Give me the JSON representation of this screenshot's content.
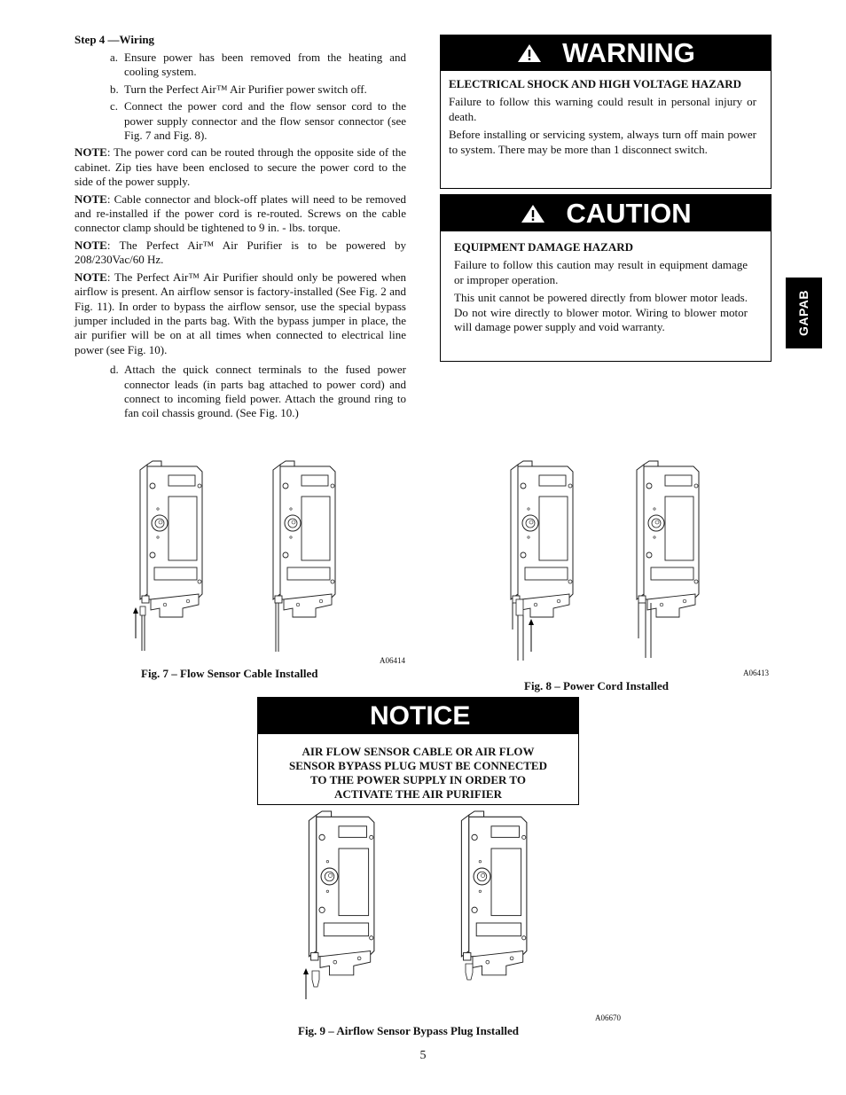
{
  "page": {
    "number": "5",
    "side_tab": "GAPAB"
  },
  "step": {
    "title": "Step 4 —Wiring",
    "items": [
      {
        "marker": "a.",
        "text": "Ensure power has been removed from the heating and cooling system."
      },
      {
        "marker": "b.",
        "text": "Turn the Perfect Air™  Air Purifier power switch off."
      },
      {
        "marker": "c.",
        "text": "Connect the power cord and the flow sensor cord to the power supply connector and the flow sensor connector (see Fig. 7 and Fig. 8)."
      }
    ],
    "notes": [
      {
        "label": "NOTE",
        "text": ":  The power cord can be routed through the opposite side of the cabinet. Zip ties have been enclosed to secure the power cord to the side of the power supply."
      },
      {
        "label": "NOTE",
        "text": ":  Cable connector and block-off plates will need to be removed and re-installed if the power cord is  re-routed.  Screws on the cable connector clamp should be tightened to 9 in. - lbs. torque."
      },
      {
        "label": "NOTE",
        "text": ":   The Perfect Air™  Air Purifier is to be powered by 208/230Vac/60 Hz."
      },
      {
        "label": "NOTE",
        "text": ":  The Perfect Air™  Air Purifier should only be powered when airflow is present.  An airflow sensor is factory-installed (See Fig. 2 and Fig. 11).  In order to bypass the airflow sensor, use the special bypass jumper included in the parts bag.  With the bypass jumper in place, the air purifier will be on at all times when connected  to electrical line power (see Fig. 10)."
      }
    ],
    "item_d": {
      "marker": "d.",
      "text": "Attach the quick connect terminals to the fused power connector leads (in parts bag attached to power cord) and connect to incoming field power.  Attach the ground ring to fan coil chassis ground.  (See Fig. 10.)"
    }
  },
  "warning": {
    "icon": "warning-triangle-icon",
    "title": "WARNING",
    "hazard": "ELECTRICAL SHOCK AND HIGH VOLTAGE HAZARD",
    "paragraphs": [
      "Failure to follow this warning could result in personal injury or death.",
      "Before installing or servicing system, always turn off main power to system. There may be more than 1 disconnect switch."
    ]
  },
  "caution": {
    "icon": "warning-triangle-icon",
    "title": "CAUTION",
    "hazard": "EQUIPMENT DAMAGE HAZARD",
    "paragraphs": [
      "Failure to follow this caution may result in equipment damage or improper operation.",
      "This unit cannot be powered directly from blower motor leads. Do not wire directly to blower motor. Wiring to blower motor will damage power supply and void warranty."
    ]
  },
  "notice": {
    "title": "NOTICE",
    "lines": [
      "AIR FLOW SENSOR CABLE OR AIR FLOW",
      "SENSOR BYPASS PLUG MUST BE CONNECTED",
      "TO THE POWER SUPPLY IN ORDER TO",
      "ACTIVATE THE AIR PURIFIER"
    ]
  },
  "figures": [
    {
      "id": "fig7",
      "caption": "Fig. 7  –  Flow Sensor Cable Installed",
      "code": "A06414"
    },
    {
      "id": "fig8",
      "caption": "Fig. 8  –  Power Cord Installed",
      "code": "A06413"
    },
    {
      "id": "fig9",
      "caption": "Fig. 9  –  Airflow Sensor Bypass Plug Installed",
      "code": "A06670"
    }
  ]
}
